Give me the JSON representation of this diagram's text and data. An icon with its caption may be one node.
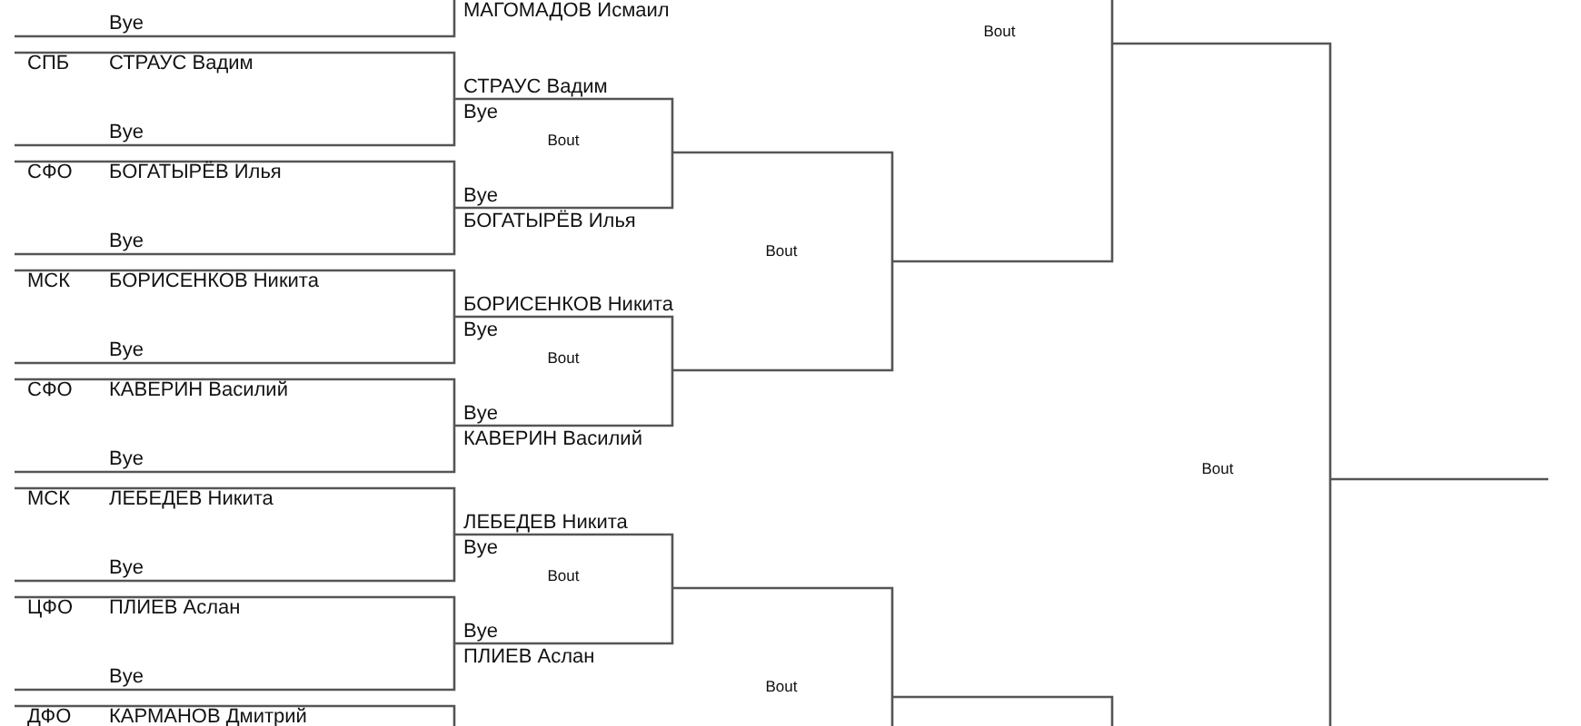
{
  "diagram": {
    "labels": [
      "МАГОМАДОВ Исмаил",
      "Bout",
      "Bye",
      "СПБ",
      "СТРАУС Вадим",
      "СТРАУС Вадим",
      "Bye",
      "Bout",
      "Bye",
      "СФО",
      "БОГАТЫРЁВ Илья",
      "Bye",
      "БОГАТЫРЁВ Илья",
      "Bye",
      "Bout",
      "МСК",
      "БОРИСЕНКОВ Никита",
      "БОРИСЕНКОВ Никита",
      "Bye",
      "Bye",
      "Bout",
      "СФО",
      "КАВЕРИН Василий",
      "Bye",
      "КАВЕРИН Василий",
      "Bye",
      "Bout",
      "МСК",
      "ЛЕБЕДЕВ Никита",
      "ЛЕБЕДЕВ Никита",
      "Bye",
      "Bye",
      "Bout",
      "ЦФО",
      "ПЛИЕВ Аслан",
      "Bye",
      "ПЛИЕВ Аслан",
      "Bye",
      "Bout",
      "ДФО",
      "КАРМАНОВ Дмитрий"
    ]
  }
}
